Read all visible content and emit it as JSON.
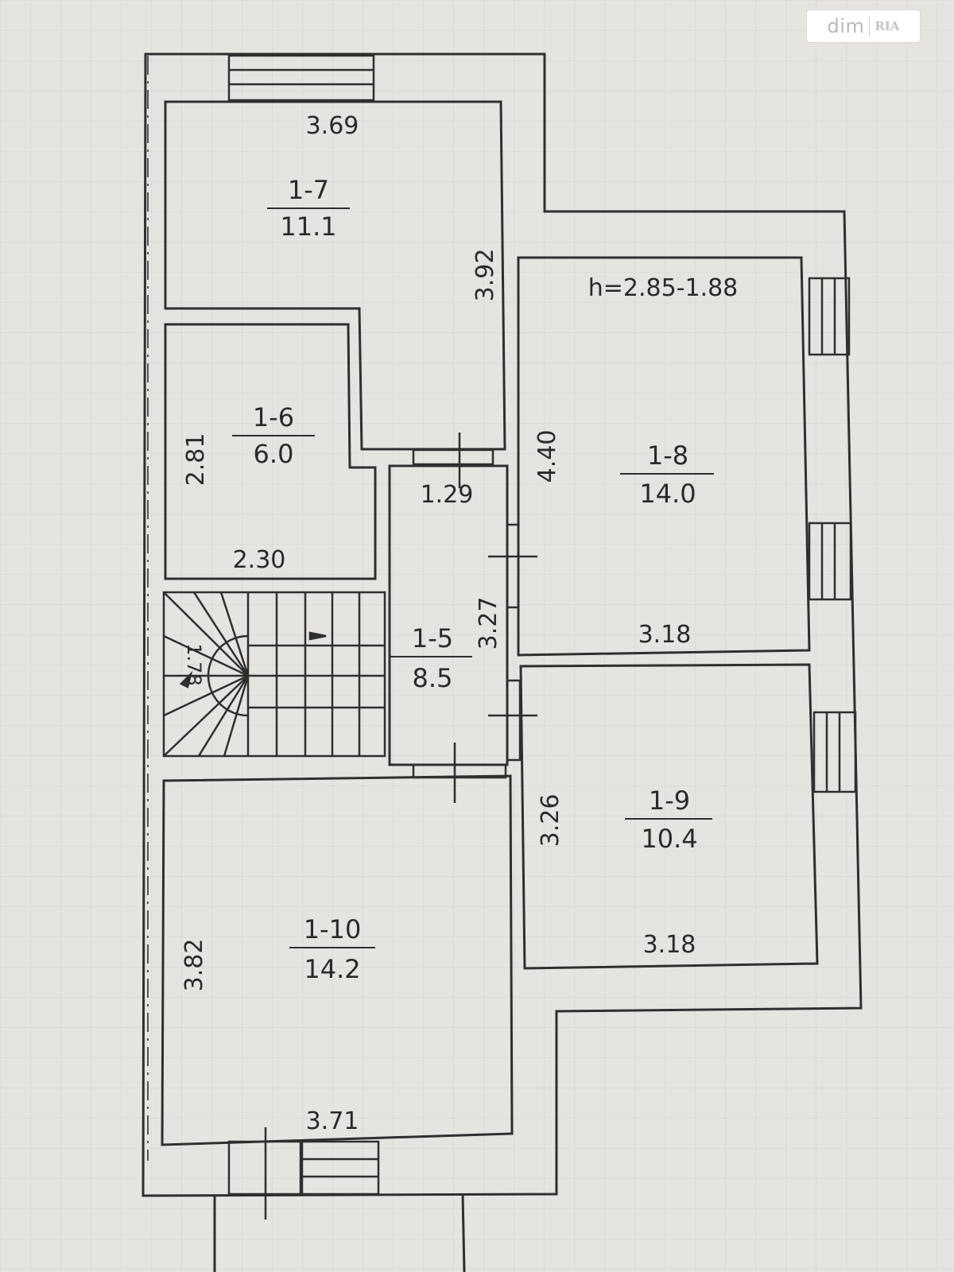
{
  "watermark": {
    "brand": "dim",
    "logo": "RIA"
  },
  "height_note": "h=2.85-1.88",
  "rooms": [
    {
      "id": "1-7",
      "area": "11.1"
    },
    {
      "id": "1-6",
      "area": "6.0"
    },
    {
      "id": "1-8",
      "area": "14.0"
    },
    {
      "id": "1-5",
      "area": "8.5"
    },
    {
      "id": "1-9",
      "area": "10.4"
    },
    {
      "id": "1-10",
      "area": "14.2"
    }
  ],
  "dimensions": {
    "r17_width": "3.69",
    "r17_height": "3.92",
    "r16_height": "2.81",
    "r16_width": "2.30",
    "r15_width": "1.29",
    "r15_height": "3.27",
    "r18_height": "4.40",
    "r18_width": "3.18",
    "r19_height": "3.26",
    "r19_width": "3.18",
    "r110_height": "3.82",
    "r110_width": "3.71",
    "stair": "1.78"
  },
  "colors": {
    "paper": "#e6e4e1",
    "line": "#2f2f2f",
    "text": "#2a2a2a"
  }
}
